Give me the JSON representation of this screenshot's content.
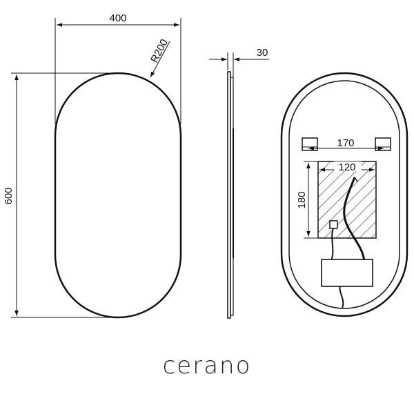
{
  "front_view": {
    "width_label": "400",
    "height_label": "600",
    "radius_label": "R200"
  },
  "side_view": {
    "depth_label": "30"
  },
  "rear_view": {
    "bracket_spacing_label": "170",
    "box_width_label": "120",
    "box_height_label": "180"
  },
  "brand": {
    "name": "cerano"
  }
}
